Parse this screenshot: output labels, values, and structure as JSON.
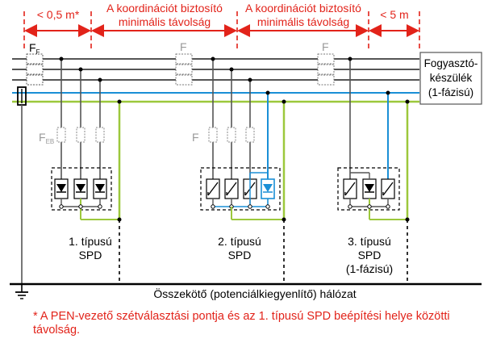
{
  "dimensions": {
    "d1": "< 0,5 m*",
    "d2_line1": "A koordinációt biztosító",
    "d2_line2": "minimális távolság",
    "d3_line1": "A koordinációt biztosító",
    "d3_line2": "minimális távolság",
    "d4": "< 5 m"
  },
  "fuse_labels": {
    "main": "F",
    "main_sub": "F",
    "eb": "F",
    "eb_sub": "EB",
    "mid": "F",
    "right": "F",
    "spd2_fuse": "F"
  },
  "consumer": {
    "line1": "Fogyasztó-",
    "line2": "készülék",
    "line3": "(1-fázisú)"
  },
  "spd": {
    "type1_line1": "1. típusú",
    "type1_line2": "SPD",
    "type2_line1": "2. típusú",
    "type2_line2": "SPD",
    "type3_line1": "3. típusú",
    "type3_line2": "SPD",
    "type3_line3": "(1-fázisú)"
  },
  "ground_bus": "Összekötő (potenciálkiegyenlítő) hálózat",
  "footnote": "* A PEN-vezető szétválasztási pontja és az 1. típusú SPD beépítési helye közötti távolság.",
  "colors": {
    "red": "#e2231a",
    "blue": "#1a8fd6",
    "green": "#9cc83c",
    "wire": "#555555",
    "black": "#000000"
  }
}
